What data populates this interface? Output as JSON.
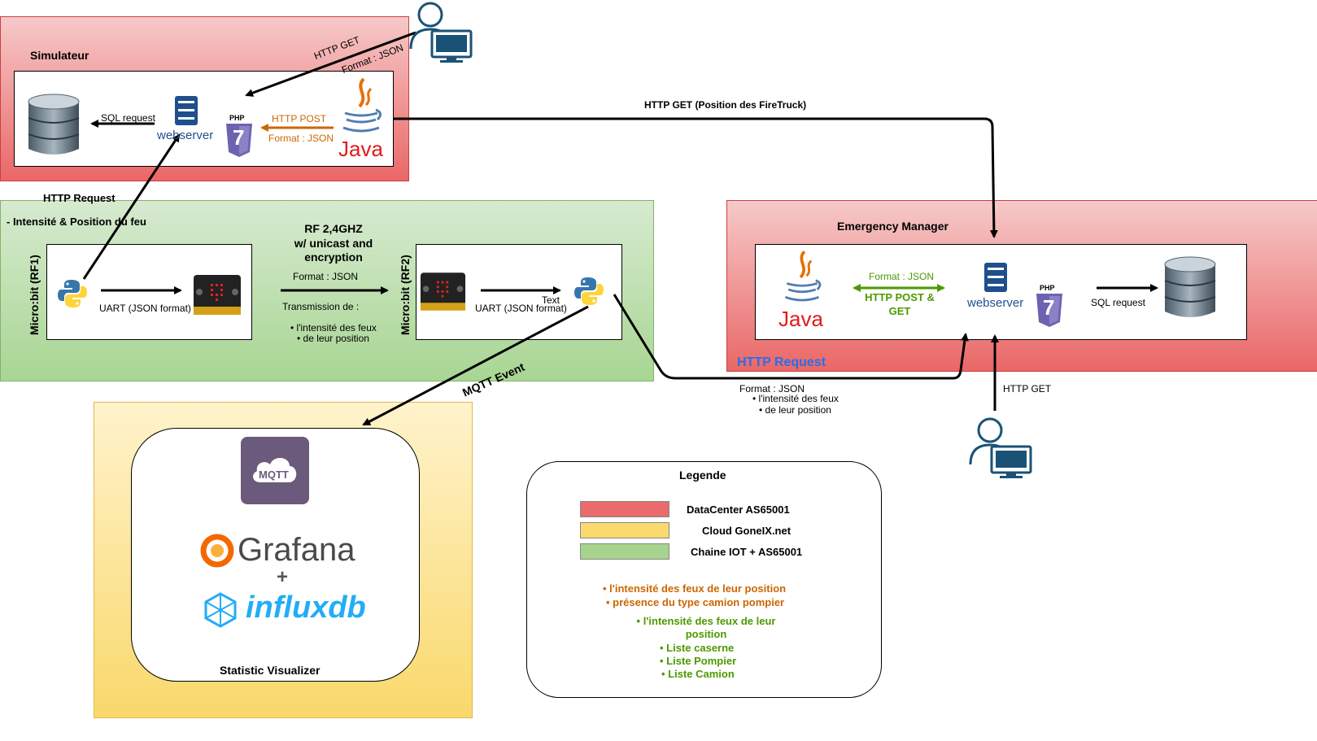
{
  "zones": {
    "simulator": {
      "title": "Simulateur"
    },
    "iot": {
      "title": "- Intensité & Position du feu"
    },
    "emergency": {
      "title": "Emergency Manager"
    },
    "stats": {
      "title": "Statistic Visualizer"
    }
  },
  "simulator": {
    "sql_request": "SQL request",
    "webserver": "webserver",
    "php": "PHP",
    "php_version": "7",
    "http_post": "HTTP POST",
    "format_json": "Format : JSON",
    "java": "Java"
  },
  "user_top": {
    "http_get": "HTTP GET",
    "format_json": "Format : JSON"
  },
  "links": {
    "http_get_firetruck": "HTTP GET (Position des FireTruck)",
    "http_request": "HTTP Request",
    "mqtt_event": "MQTT Event",
    "http_request_blue": "HTTP Request",
    "format_json": "Format : JSON",
    "bullet_1": "l'intensité des feux",
    "bullet_2": "de leur position",
    "http_get_bottom": "HTTP GET"
  },
  "iot": {
    "rf1_label": "Micro:bit (RF1)",
    "rf2_label": "Micro:bit (RF2)",
    "uart_1": "UART (JSON format)",
    "uart_2": "UART (JSON format)",
    "text_label": "Text",
    "rf_title": [
      "RF 2,4GHZ",
      "w/ unicast and",
      "encryption"
    ],
    "format_json": "Format : JSON",
    "transmission": "Transmission de :",
    "bullet_1": "l'intensité des feux",
    "bullet_2": "de leur position"
  },
  "emergency": {
    "format_json": "Format : JSON",
    "http_post_get": [
      "HTTP POST &",
      "GET"
    ],
    "webserver": "webserver",
    "php": "PHP",
    "php_version": "7",
    "sql_request": "SQL request",
    "java": "Java"
  },
  "stats": {
    "mqtt_logo": "MQTT",
    "grafana": "Grafana",
    "plus": "+",
    "influxdb": "influxdb"
  },
  "legend": {
    "title": "Legende",
    "entries": [
      {
        "label": "DataCenter AS65001",
        "color": "#ea6b6b"
      },
      {
        "label": "Cloud GoneIX.net",
        "color": "#fad96e"
      },
      {
        "label": "Chaine IOT + AS65001",
        "color": "#a6d48e"
      }
    ],
    "orange_items": [
      "l'intensité des feux de leur position",
      "présence du type camion pompier"
    ],
    "green_items": [
      "l'intensité des feux de leur position",
      "Liste caserne",
      "Liste Pompier",
      "Liste Camion"
    ]
  },
  "colors": {
    "orange": "#cc6600",
    "green": "#4d9900",
    "blue": "#2a6ee8"
  }
}
